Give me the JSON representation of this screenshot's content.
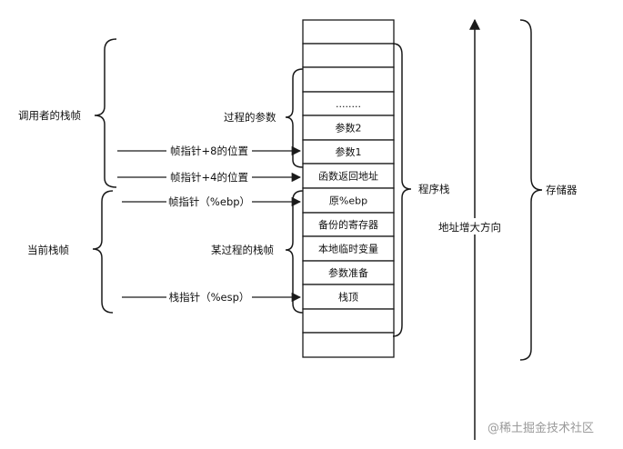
{
  "stack_cells": [
    "",
    "",
    "",
    "........",
    "参数2",
    "参数1",
    "函数返回地址",
    "原%ebp",
    "备份的寄存器",
    "本地临时变量",
    "参数准备",
    "栈顶",
    "",
    ""
  ],
  "labels": {
    "caller_frame": "调用者的栈帧",
    "current_frame": "当前栈帧",
    "proc_params": "过程的参数",
    "proc_frame": "某过程的栈帧",
    "program_stack": "程序栈",
    "address_growth": "地址增大方向",
    "memory": "存储器"
  },
  "pointers": {
    "fp_plus8": "帧指针+8的位置",
    "fp_plus4": "帧指针+4的位置",
    "fp": "帧指针（%ebp）",
    "sp": "栈指针（%esp）"
  },
  "watermark": "@稀土掘金技术社区",
  "colors": {
    "stroke": "#1a1a1a",
    "watermark": "#9a9a9a"
  }
}
